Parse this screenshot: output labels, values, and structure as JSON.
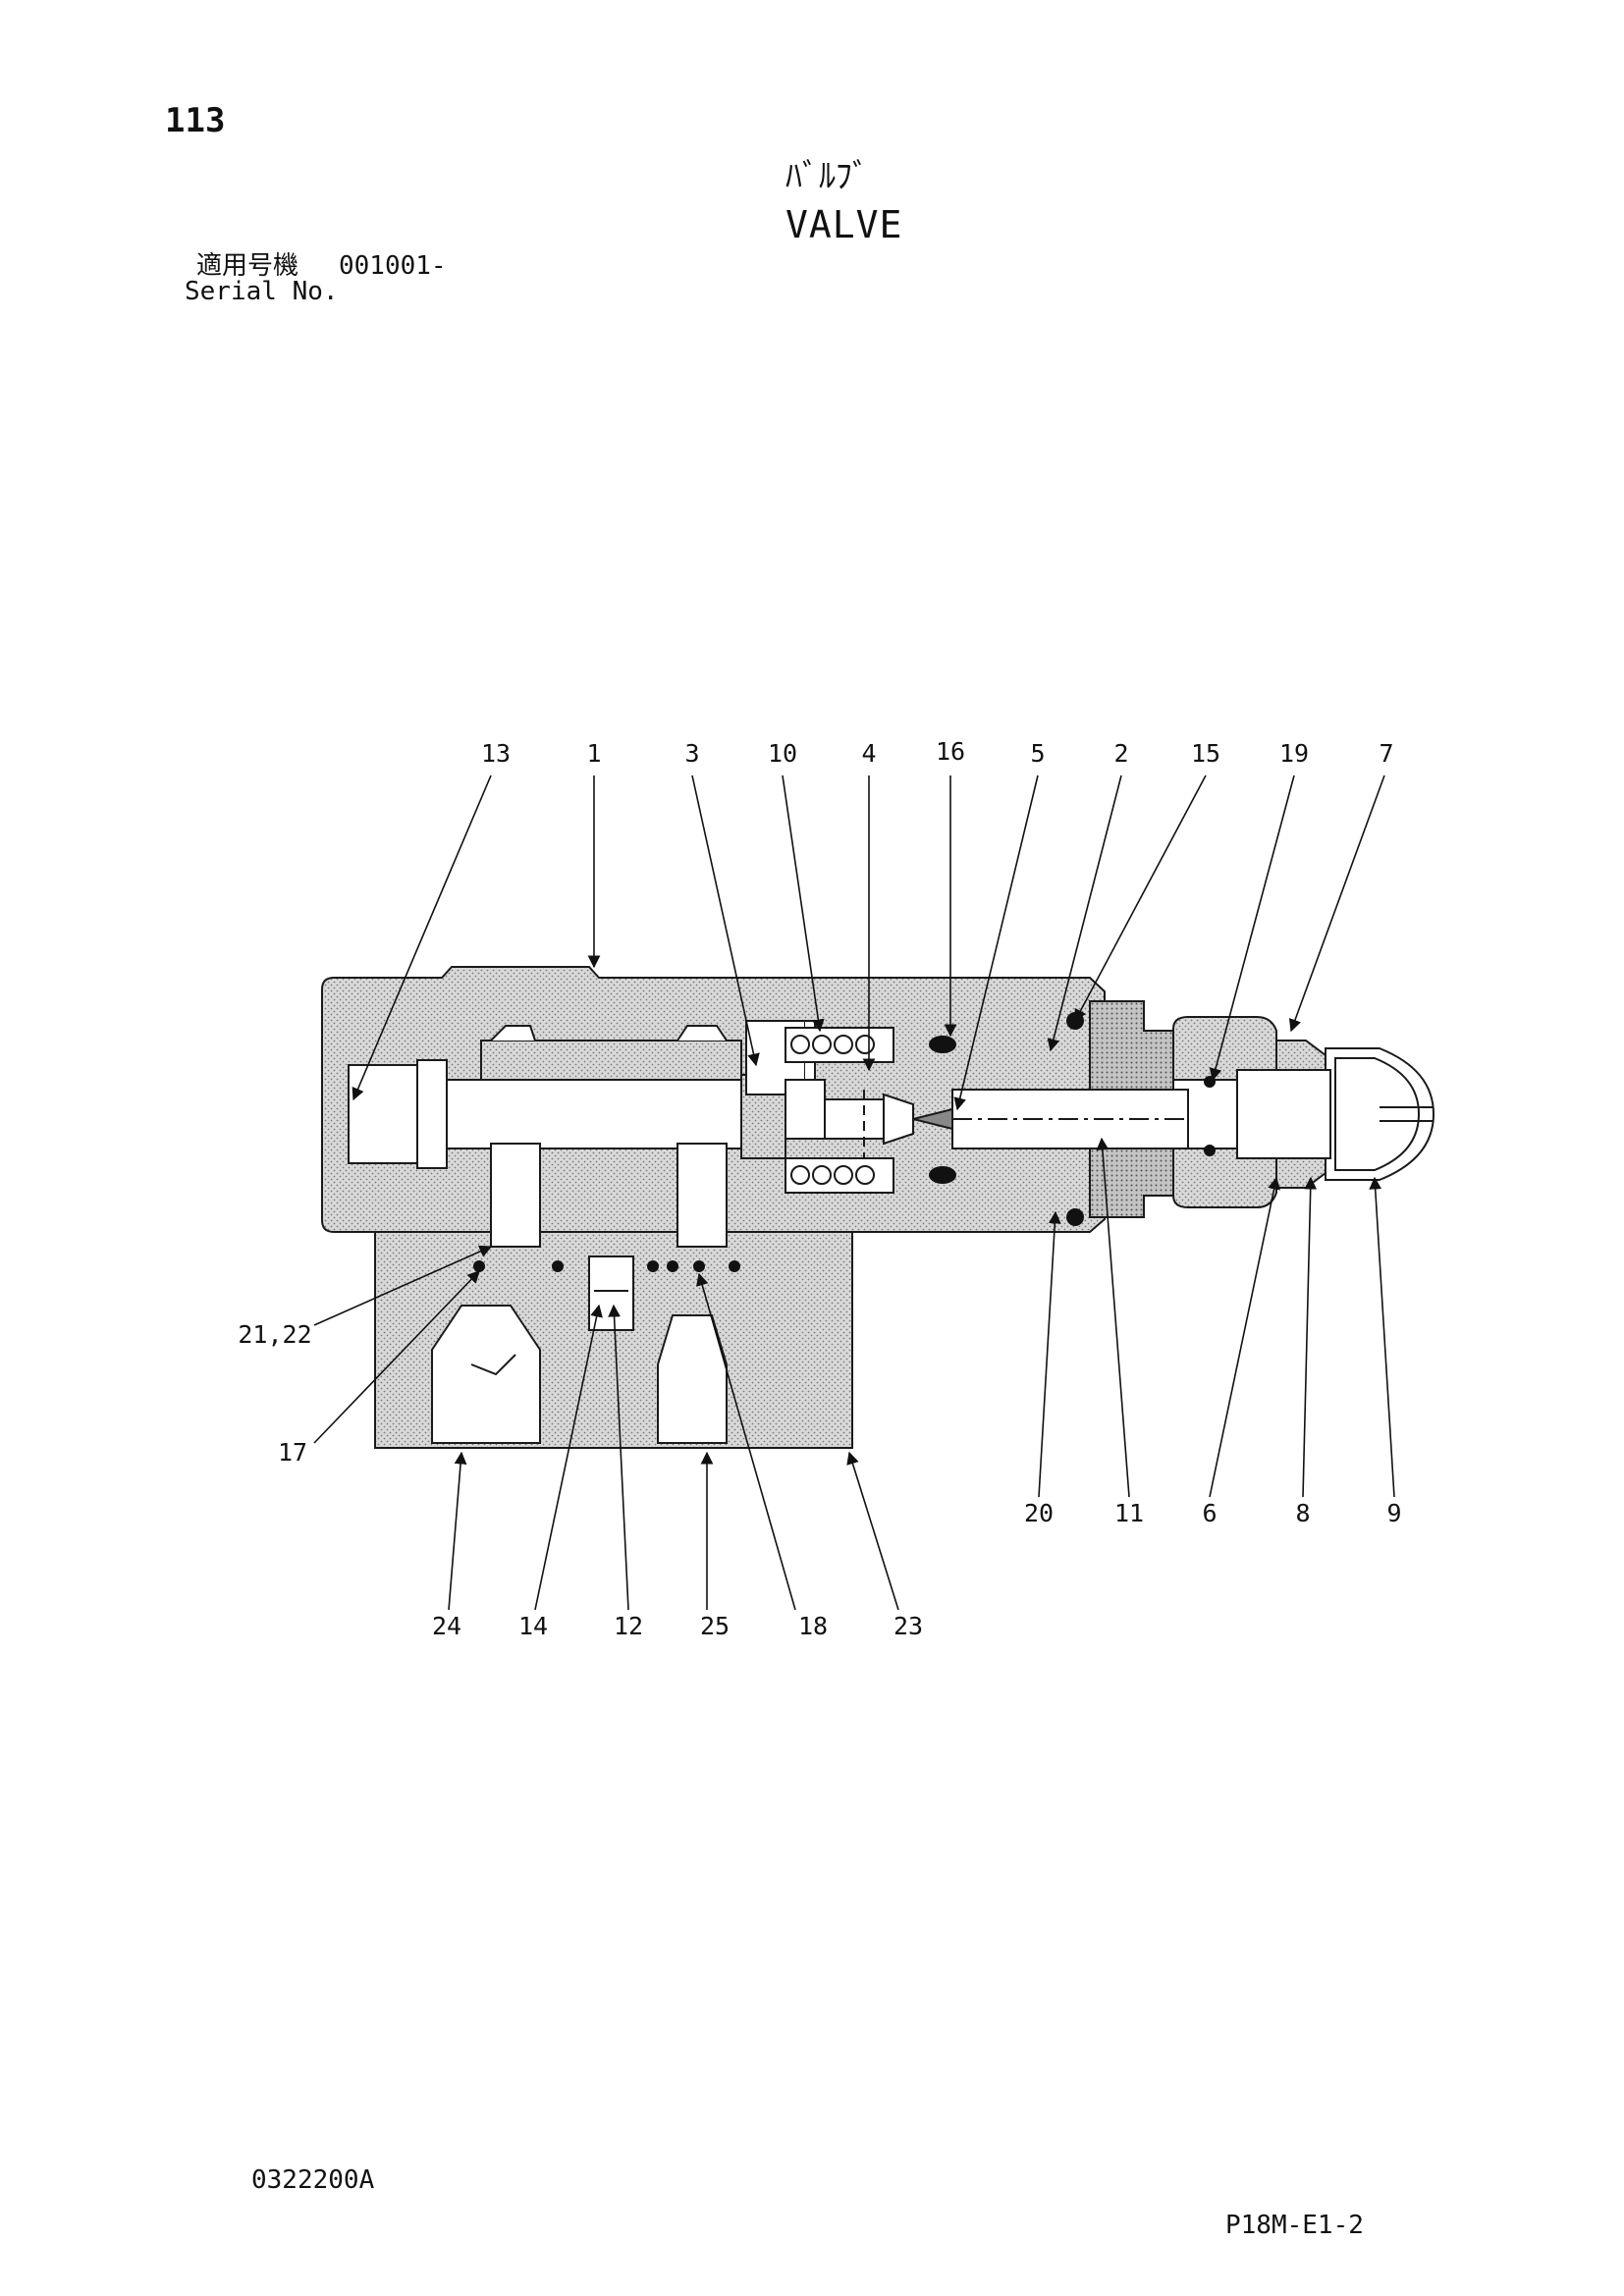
{
  "header": {
    "page_number": "113",
    "title_jp": "ﾊﾞﾙﾌﾞ",
    "title_en": "VALVE",
    "serial_label_jp": "適用号機",
    "serial_value": "001001-",
    "serial_label_en": "Serial No."
  },
  "footer": {
    "drawing_number": "0322200A",
    "page_code": "P18M-E1-2"
  },
  "callouts": {
    "top": [
      "13",
      "1",
      "3",
      "10",
      "4",
      "16",
      "5",
      "2",
      "15",
      "19",
      "7"
    ],
    "left": [
      "21,22",
      "17"
    ],
    "right_bottom": [
      "20",
      "11",
      "6",
      "8",
      "9"
    ],
    "bottom": [
      "24",
      "14",
      "12",
      "25",
      "18",
      "23"
    ]
  },
  "colors": {
    "line": "#1a1a1a",
    "fill_body": "#cfcfcf",
    "fill_section": "#bdbdbd",
    "seal": "#111111"
  }
}
